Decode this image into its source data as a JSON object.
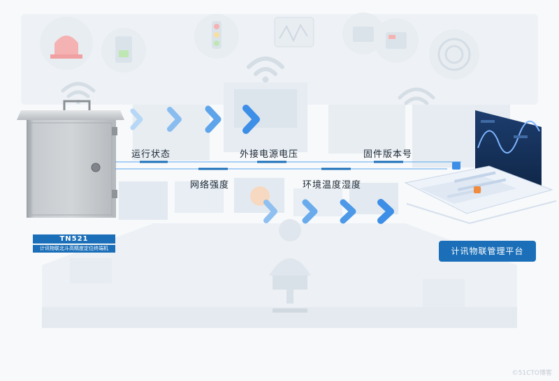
{
  "device": {
    "model": "TN521",
    "description": "计讯物联北斗高精度定位终端机"
  },
  "flows": {
    "top": [
      "运行状态",
      "外接电源电压",
      "固件版本号"
    ],
    "bottom": [
      "网络强度",
      "环境温度湿度"
    ]
  },
  "platform": {
    "label": "计讯物联管理平台"
  },
  "watermark": "©51CTO博客",
  "colors": {
    "accent": "#1b6fb8",
    "arrow": "#3d8ee6",
    "line": "#4aa0f0",
    "background_scene": "#dfe7ef"
  },
  "icons": [
    "alarm-light-icon",
    "panel-icon",
    "traffic-light-icon",
    "waveform-icon",
    "wifi-icon",
    "radar-icon",
    "chevron-right-icon"
  ]
}
